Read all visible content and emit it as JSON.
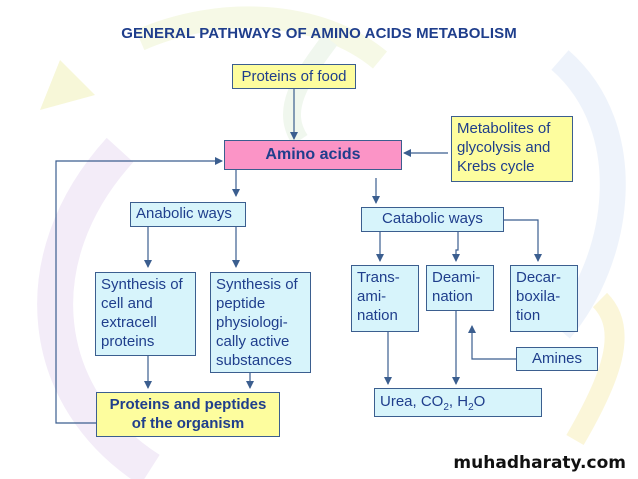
{
  "title": "GENERAL PATHWAYS OF AMINO ACIDS METABOLISM",
  "nodes": {
    "proteins_food": "Proteins of food",
    "amino_acids": "Amino acids",
    "metabolites": "Metabolites of glycolysis and Krebs cycle",
    "anabolic": "Anabolic ways",
    "catabolic": "Catabolic ways",
    "synthesis_cell": "Synthesis of cell and extracell proteins",
    "synthesis_peptide": "Synthesis of peptide physiologi-cally active substances",
    "transamination": "Trans-ami-nation",
    "deamination": "Deami-nation",
    "decarboxilation": "Decar-boxila-tion",
    "amines": "Amines",
    "urea": {
      "prefix": "Urea, CO",
      "sub1": "2",
      "mid": ", H",
      "sub2": "2",
      "suffix": "O"
    },
    "proteins_organism": "Proteins and peptides of the organism"
  },
  "watermark": "muhadharaty.com"
}
